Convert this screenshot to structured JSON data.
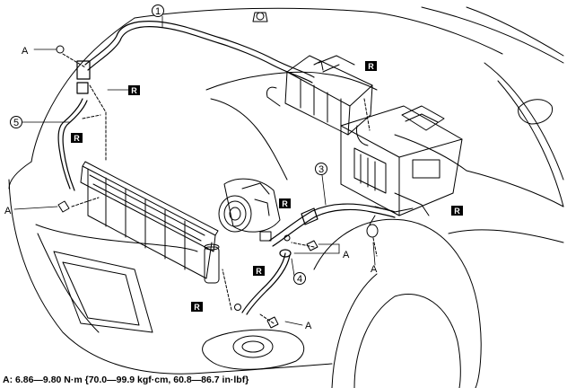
{
  "callouts": {
    "c1": "1",
    "c3": "3",
    "c4": "4",
    "c5": "5"
  },
  "fastener_label": "A",
  "replace_mark": "R",
  "caption": "A: 6.86—9.80 N·m {70.0—99.9 kgf·cm, 60.8—86.7 in·lbf}"
}
